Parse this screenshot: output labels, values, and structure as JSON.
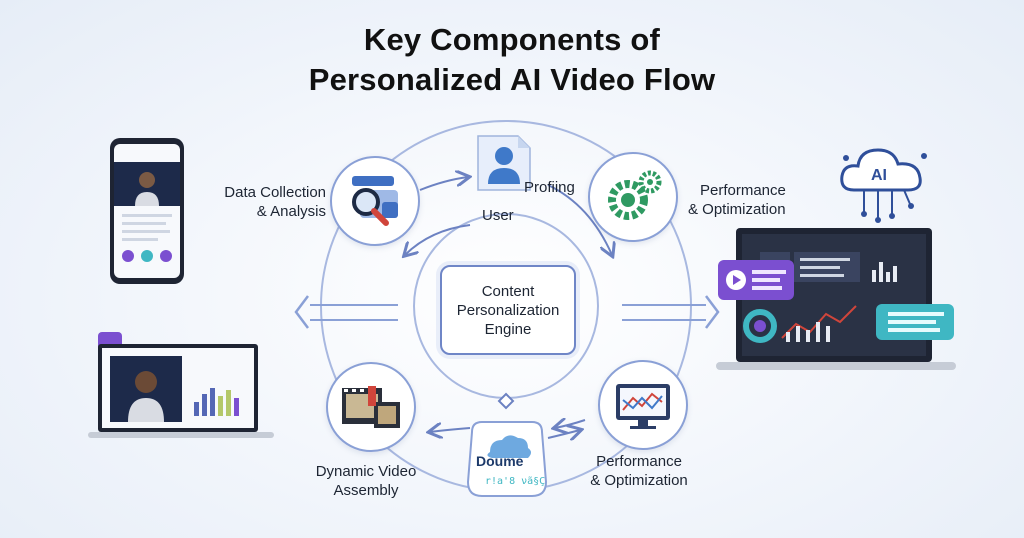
{
  "title": {
    "line1": "Key Components of",
    "line2": "Personalized AI Video Flow"
  },
  "center": {
    "line1": "Content",
    "line2": "Personalization",
    "line3": "Engine"
  },
  "nodes": {
    "data_collection": {
      "line1": "Data Collection",
      "line2": "& Analysis"
    },
    "user_profiling": {
      "label_profile": "Profiing",
      "label_user": "User"
    },
    "performance_top": {
      "line1": "Performance",
      "line2": "& Optimization"
    },
    "performance_bottom": {
      "line1": "Performance",
      "line2": "& Optimization"
    },
    "dynamic_video": {
      "line1": "Dynamic Video",
      "line2": "Assembly"
    },
    "cloud": {
      "label": "Doume",
      "sub": "r!a'8 νã§Ç"
    }
  },
  "ai_cloud": {
    "label": "AI"
  },
  "icons": [
    "magnifier-icon",
    "user-icon",
    "gears-icon",
    "film-icon",
    "chart-monitor-icon",
    "cloud-icon",
    "ai-cloud-icon",
    "phone-device",
    "laptop-device",
    "dashboard-laptop"
  ],
  "colors": {
    "ring": "#8aa0d6",
    "accent_purple": "#7b4fd0",
    "accent_teal": "#3fb7c3",
    "gear_green": "#2f9a62",
    "dark": "#1a2230"
  }
}
